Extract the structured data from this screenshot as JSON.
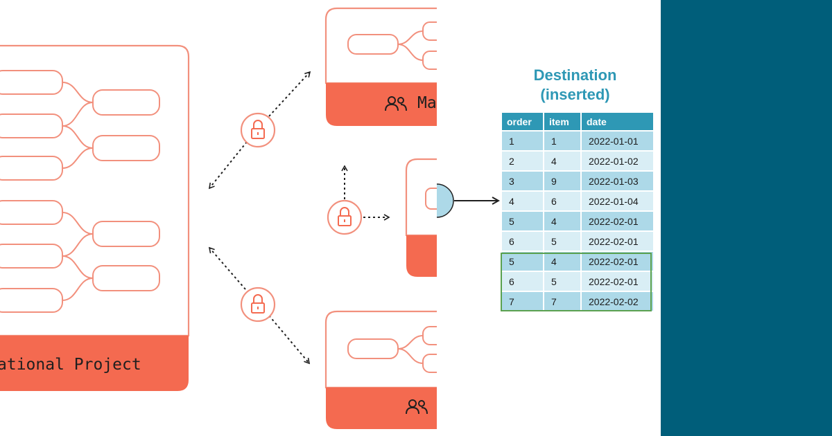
{
  "diagram": {
    "main_project_label": "ational Project",
    "top_project_label": "Ma",
    "colors": {
      "accent": "#f46a50",
      "outline": "#f2907d",
      "table_header": "#2e98b5",
      "new_rows_border": "#5aa14f",
      "brand_band": "#005e7a"
    },
    "icons": [
      "lock-icon",
      "users-icon"
    ]
  },
  "destination": {
    "title_line1": "Destination",
    "title_line2": "(inserted)",
    "columns": [
      "order",
      "item",
      "date"
    ],
    "rows": [
      [
        "1",
        "1",
        "2022-01-01"
      ],
      [
        "2",
        "4",
        "2022-01-02"
      ],
      [
        "3",
        "9",
        "2022-01-03"
      ],
      [
        "4",
        "6",
        "2022-01-04"
      ],
      [
        "5",
        "4",
        "2022-02-01"
      ],
      [
        "6",
        "5",
        "2022-02-01"
      ],
      [
        "5",
        "4",
        "2022-02-01"
      ],
      [
        "6",
        "5",
        "2022-02-01"
      ],
      [
        "7",
        "7",
        "2022-02-02"
      ]
    ],
    "highlighted_rows": [
      6,
      7,
      8
    ]
  }
}
